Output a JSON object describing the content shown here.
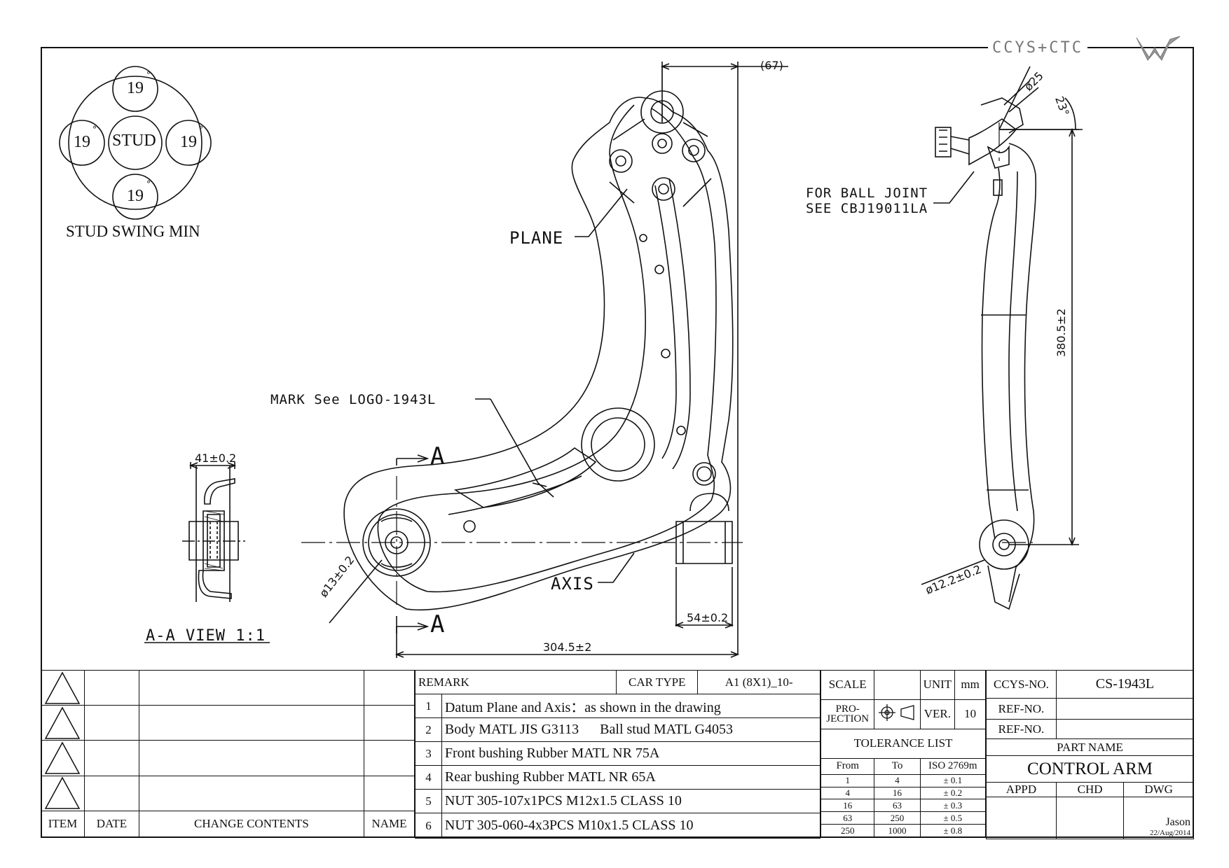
{
  "brand": {
    "logo_text": "CCYS+CTC"
  },
  "stud_swing": {
    "center": "STUD",
    "top": "19",
    "left": "19",
    "right": "19",
    "bottom": "19",
    "degree_mark": "°",
    "caption": "STUD SWING MIN"
  },
  "labels": {
    "plane": "PLANE",
    "mark": "MARK See LOGO-1943L",
    "axis": "AXIS",
    "section_a_top": "A",
    "section_a_bottom": "A",
    "aa_view": "A-A VIEW 1:1",
    "ball_joint_line1": "FOR BALL JOINT",
    "ball_joint_line2": "SEE CBJ19011LA"
  },
  "dimensions": {
    "d67": "(67)",
    "d41": "41±0.2",
    "d13": "ø13±0.2",
    "d54": "54±0.2",
    "d304": "304.5±2",
    "d25": "ø25",
    "d23": "23°",
    "d380": "380.5±2",
    "d12": "ø12.2±0.2"
  },
  "change_block": {
    "headers": {
      "item": "ITEM",
      "date": "DATE",
      "contents": "CHANGE CONTENTS",
      "name": "NAME"
    }
  },
  "remarks": {
    "header": "REMARK",
    "car_type_label": "CAR TYPE",
    "car_type_value": "A1 (8X1)_10-",
    "rows": [
      {
        "no": "1",
        "text": "Datum Plane and Axis：as shown in the drawing"
      },
      {
        "no": "2",
        "text": "Body MATL JIS G3113      Ball stud MATL G4053"
      },
      {
        "no": "3",
        "text": "Front bushing Rubber MATL NR 75A"
      },
      {
        "no": "4",
        "text": "Rear bushing Rubber MATL NR 65A"
      },
      {
        "no": "5",
        "text": "NUT 305-107x1PCS M12x1.5 CLASS 10"
      },
      {
        "no": "6",
        "text": "NUT 305-060-4x3PCS M10x1.5 CLASS 10"
      }
    ]
  },
  "spec": {
    "scale_label": "SCALE",
    "unit_label": "UNIT",
    "unit_value": "mm",
    "projection_label": "PRO-\nJECTION",
    "ver_label": "VER.",
    "ver_value": "10",
    "tolerance_title": "TOLERANCE LIST",
    "tol_headers": {
      "from": "From",
      "to": "To",
      "iso": "ISO 2769m"
    },
    "tolerances": [
      {
        "from": "1",
        "to": "4",
        "tol": "± 0.1"
      },
      {
        "from": "4",
        "to": "16",
        "tol": "± 0.2"
      },
      {
        "from": "16",
        "to": "63",
        "tol": "± 0.3"
      },
      {
        "from": "63",
        "to": "250",
        "tol": "± 0.5"
      },
      {
        "from": "250",
        "to": "1000",
        "tol": "± 0.8"
      }
    ]
  },
  "title_block": {
    "ccys_no_label": "CCYS-NO.",
    "ccys_no_value": "CS-1943L",
    "ref_no_label_1": "REF-NO.",
    "ref_no_label_2": "REF-NO.",
    "part_name_label": "PART NAME",
    "part_name_value": "CONTROL ARM",
    "appd": "APPD",
    "chd": "CHD",
    "dwg": "DWG",
    "drawer": "Jason",
    "date": "22/Aug/2014"
  }
}
